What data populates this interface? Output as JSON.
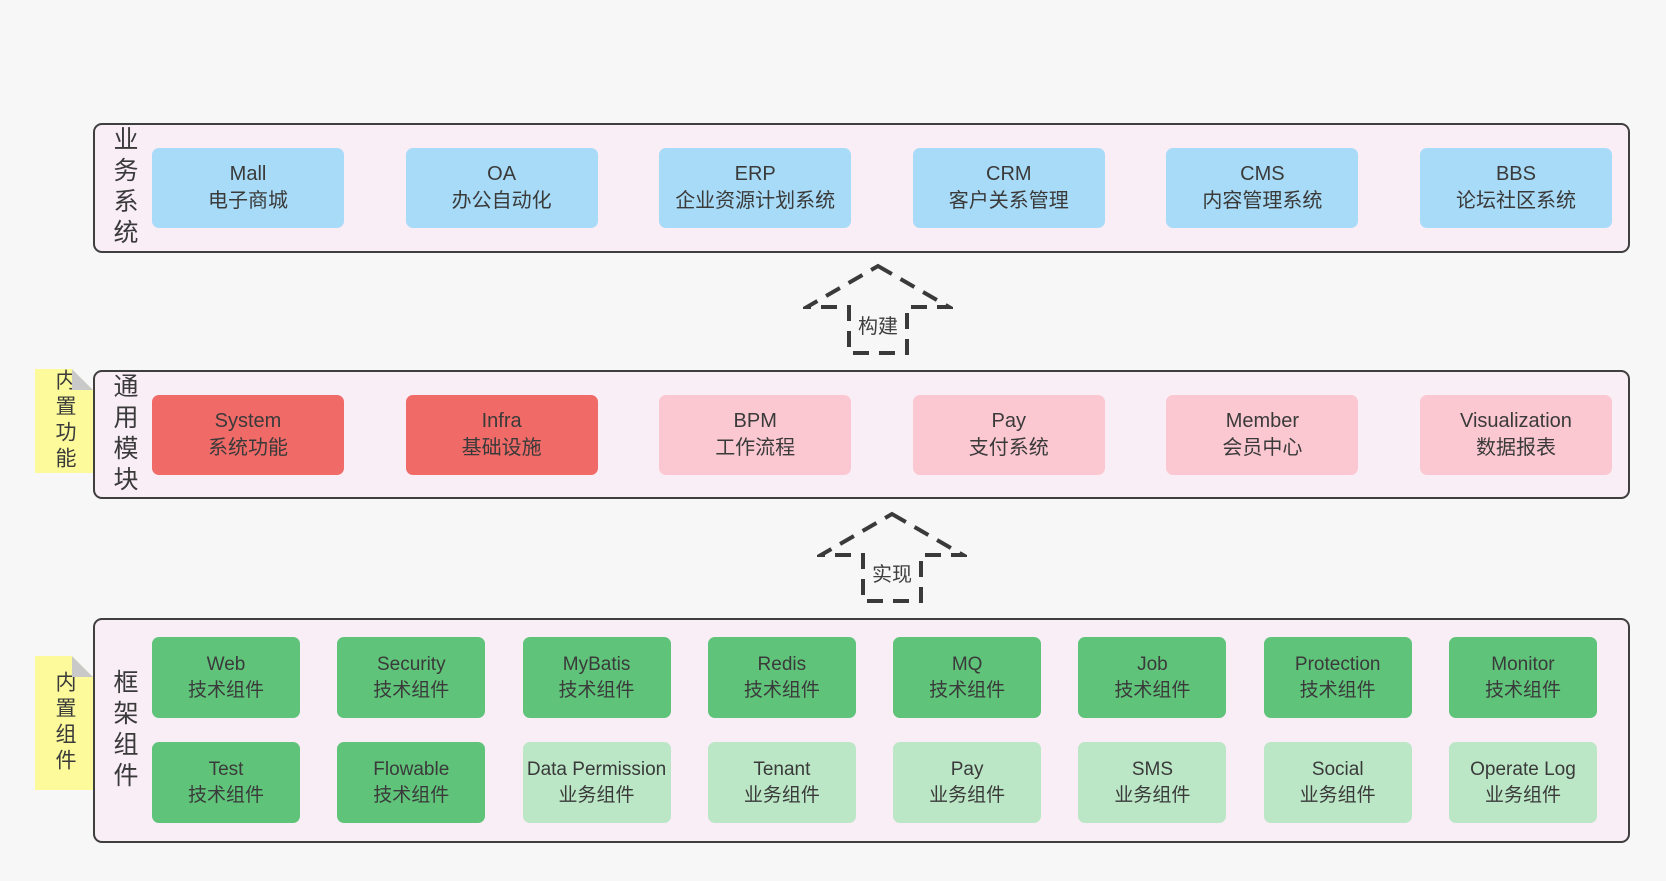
{
  "colors": {
    "page_bg": "#f7f7f7",
    "layer_bg": "#f9edf6",
    "layer_border": "#3f3f3f",
    "blue": "#a8dbf7",
    "red": "#f06a67",
    "pink": "#fbc8d2",
    "green": "#5fc47a",
    "light_green": "#bbe7c6",
    "sticky_yellow": "#fcfa9b",
    "fold_gray": "#c9c9c9",
    "text": "#3a3a3a"
  },
  "arrows": [
    {
      "label": "构建"
    },
    {
      "label": "实现"
    }
  ],
  "layers": [
    {
      "side_label": "业务系统",
      "boxes": [
        {
          "title": "Mall",
          "subtitle": "电子商城",
          "variant": "blue"
        },
        {
          "title": "OA",
          "subtitle": "办公自动化",
          "variant": "blue"
        },
        {
          "title": "ERP",
          "subtitle": "企业资源计划系统",
          "variant": "blue"
        },
        {
          "title": "CRM",
          "subtitle": "客户关系管理",
          "variant": "blue"
        },
        {
          "title": "CMS",
          "subtitle": "内容管理系统",
          "variant": "blue"
        },
        {
          "title": "BBS",
          "subtitle": "论坛社区系统",
          "variant": "blue"
        }
      ]
    },
    {
      "side_label": "通用模块",
      "sticky_note": "内置功能",
      "boxes": [
        {
          "title": "System",
          "subtitle": "系统功能",
          "variant": "red"
        },
        {
          "title": "Infra",
          "subtitle": "基础设施",
          "variant": "red"
        },
        {
          "title": "BPM",
          "subtitle": "工作流程",
          "variant": "pink"
        },
        {
          "title": "Pay",
          "subtitle": "支付系统",
          "variant": "pink"
        },
        {
          "title": "Member",
          "subtitle": "会员中心",
          "variant": "pink"
        },
        {
          "title": "Visualization",
          "subtitle": "数据报表",
          "variant": "pink"
        }
      ]
    },
    {
      "side_label": "框架组件",
      "sticky_note": "内置组件",
      "rows": [
        [
          {
            "title": "Web",
            "subtitle": "技术组件",
            "variant": "green"
          },
          {
            "title": "Security",
            "subtitle": "技术组件",
            "variant": "green"
          },
          {
            "title": "MyBatis",
            "subtitle": "技术组件",
            "variant": "green"
          },
          {
            "title": "Redis",
            "subtitle": "技术组件",
            "variant": "green"
          },
          {
            "title": "MQ",
            "subtitle": "技术组件",
            "variant": "green"
          },
          {
            "title": "Job",
            "subtitle": "技术组件",
            "variant": "green"
          },
          {
            "title": "Protection",
            "subtitle": "技术组件",
            "variant": "green"
          },
          {
            "title": "Monitor",
            "subtitle": "技术组件",
            "variant": "green"
          }
        ],
        [
          {
            "title": "Test",
            "subtitle": "技术组件",
            "variant": "green"
          },
          {
            "title": "Flowable",
            "subtitle": "技术组件",
            "variant": "green"
          },
          {
            "title": "Data Permission",
            "subtitle": "业务组件",
            "variant": "light-green"
          },
          {
            "title": "Tenant",
            "subtitle": "业务组件",
            "variant": "light-green"
          },
          {
            "title": "Pay",
            "subtitle": "业务组件",
            "variant": "light-green"
          },
          {
            "title": "SMS",
            "subtitle": "业务组件",
            "variant": "light-green"
          },
          {
            "title": "Social",
            "subtitle": "业务组件",
            "variant": "light-green"
          },
          {
            "title": "Operate Log",
            "subtitle": "业务组件",
            "variant": "light-green"
          }
        ]
      ]
    }
  ]
}
